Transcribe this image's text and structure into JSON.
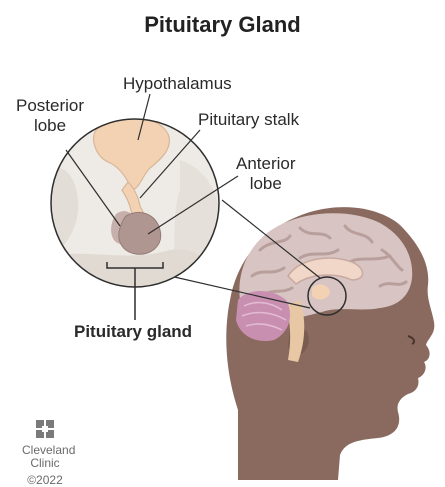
{
  "title": "Pituitary Gland",
  "labels": {
    "hypothalamus": "Hypothalamus",
    "posterior_lobe_line1": "Posterior",
    "posterior_lobe_line2": "lobe",
    "pituitary_stalk": "Pituitary stalk",
    "anterior_lobe_line1": "Anterior",
    "anterior_lobe_line2": "lobe",
    "pituitary_gland": "Pituitary gland"
  },
  "branding": {
    "name_line1": "Cleveland",
    "name_line2": "Clinic",
    "copyright": "©2022"
  },
  "colors": {
    "skin": "#8a6a5e",
    "skin_dark": "#6f5248",
    "brain": "#d8c5c3",
    "brain_fold": "#b99f9c",
    "cerebellum": "#c98fb1",
    "hypothalamus": "#f3d2b3",
    "gland": "#b09691",
    "zoom_bg": "#eeeae6",
    "text": "#2a2a2a"
  },
  "icons": [
    "cleveland-clinic-logo-icon"
  ]
}
